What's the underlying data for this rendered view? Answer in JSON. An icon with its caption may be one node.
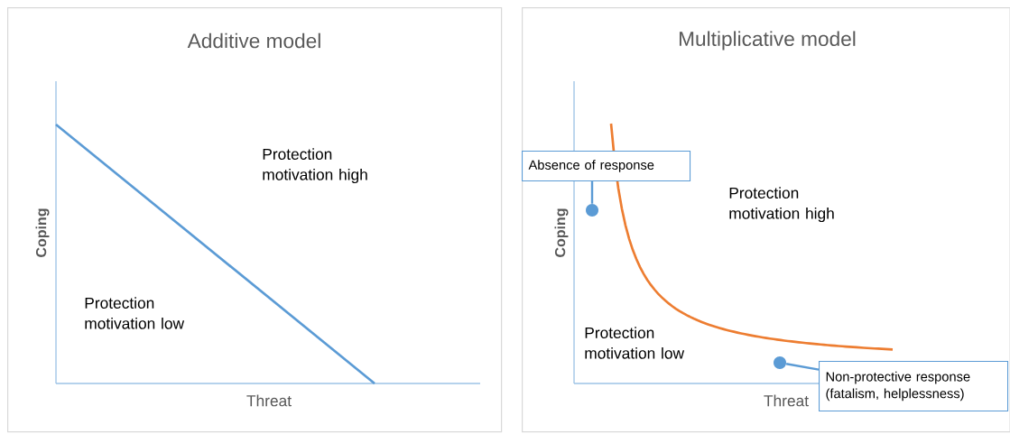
{
  "diagram": {
    "nodes": [
      {
        "text": [
          "Additive model"
        ]
      },
      {
        "text": [
          "Multiplicative model"
        ]
      },
      {
        "text": [
          "Absence of response"
        ],
        "in": 1
      },
      {
        "text": [],
        "shape": "circle",
        "in": 1
      },
      {
        "text": [],
        "shape": "circle",
        "in": 1
      },
      {
        "text": [
          "Non-protective response (fatalism, helplessness)"
        ],
        "in": 1
      }
    ],
    "edges": [
      {
        "from": 2,
        "to": 3,
        "arrow": "none"
      },
      {
        "from": 5,
        "to": 4,
        "arrow": "none"
      }
    ],
    "labels": [
      "Protection motivation high",
      "Coping",
      "Protection motivation low",
      "Threat",
      "Protection motivation high",
      "Coping",
      "Protection motivation low",
      "Threat"
    ]
  }
}
